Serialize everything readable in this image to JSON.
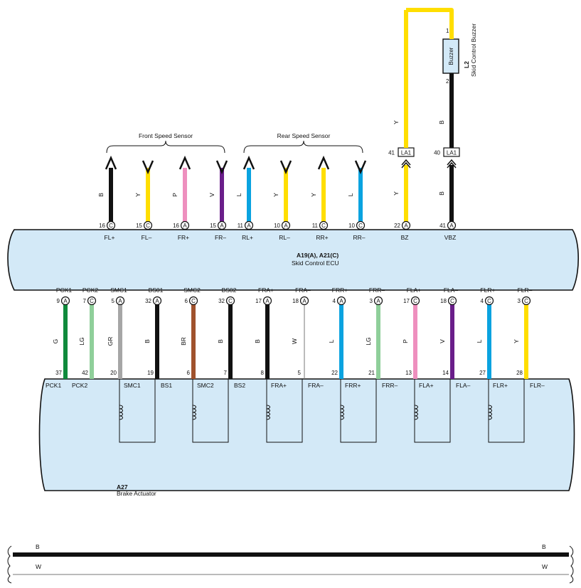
{
  "front_sensor": {
    "title": "Front Speed Sensor"
  },
  "rear_sensor": {
    "title": "Rear Speed Sensor"
  },
  "ecu": {
    "code": "A19(A), A21(C)",
    "name": "Skid Control ECU"
  },
  "actuator": {
    "code": "A27",
    "name": "Brake Actuator"
  },
  "buzzer": {
    "box_label": "Buzzer",
    "code": "L2",
    "name": "Skid Control Buzzer",
    "pin_top": "1",
    "pin_bottom": "2"
  },
  "top_pins": [
    {
      "pin": "16",
      "conn": "C",
      "label": "FL+",
      "wire": "B",
      "color": "#111111",
      "sensor": "front",
      "kind": "out"
    },
    {
      "pin": "15",
      "conn": "C",
      "label": "FL–",
      "wire": "Y",
      "color": "#ffde00",
      "sensor": "front",
      "kind": "in"
    },
    {
      "pin": "16",
      "conn": "A",
      "label": "FR+",
      "wire": "P",
      "color": "#ee8fbe",
      "sensor": "front",
      "kind": "out"
    },
    {
      "pin": "15",
      "conn": "A",
      "label": "FR–",
      "wire": "V",
      "color": "#6a1e8a",
      "sensor": "front",
      "kind": "in"
    },
    {
      "pin": "11",
      "conn": "A",
      "label": "RL+",
      "wire": "L",
      "color": "#0aa3e0",
      "sensor": "rear",
      "kind": "out"
    },
    {
      "pin": "10",
      "conn": "A",
      "label": "RL–",
      "wire": "Y",
      "color": "#ffde00",
      "sensor": "rear",
      "kind": "in"
    },
    {
      "pin": "11",
      "conn": "C",
      "label": "RR+",
      "wire": "Y",
      "color": "#ffde00",
      "sensor": "rear",
      "kind": "out"
    },
    {
      "pin": "10",
      "conn": "C",
      "label": "RR–",
      "wire": "L",
      "color": "#0aa3e0",
      "sensor": "rear",
      "kind": "in"
    },
    {
      "pin": "22",
      "conn": "A",
      "label": "BZ",
      "wire": "Y",
      "color": "#ffde00",
      "sensor": "buzzer",
      "kind": "bz",
      "connector": "LA1",
      "connector_pin": "41",
      "upper_wire": "Y"
    },
    {
      "pin": "41",
      "conn": "A",
      "label": "VBZ",
      "wire": "B",
      "color": "#111111",
      "sensor": "buzzer",
      "kind": "vbz",
      "connector": "LA1",
      "connector_pin": "40",
      "upper_wire": "B"
    }
  ],
  "bottom_pins": [
    {
      "pin": "9",
      "conn": "A",
      "ecu_label": "PCK1",
      "wire": "G",
      "color": "#0f8a3c",
      "act_pin": "37",
      "act_label": "PCK1"
    },
    {
      "pin": "7",
      "conn": "C",
      "ecu_label": "PCK2",
      "wire": "LG",
      "color": "#8fcf9a",
      "act_pin": "42",
      "act_label": "PCK2"
    },
    {
      "pin": "5",
      "conn": "A",
      "ecu_label": "SMC1",
      "wire": "GR",
      "color": "#a6a6a6",
      "act_pin": "20",
      "act_label": "SMC1"
    },
    {
      "pin": "32",
      "conn": "A",
      "ecu_label": "BS01",
      "wire": "B",
      "color": "#111111",
      "act_pin": "19",
      "act_label": "BS1"
    },
    {
      "pin": "6",
      "conn": "C",
      "ecu_label": "SMC2",
      "wire": "BR",
      "color": "#a0522d",
      "act_pin": "6",
      "act_label": "SMC2"
    },
    {
      "pin": "32",
      "conn": "C",
      "ecu_label": "BS02",
      "wire": "B",
      "color": "#111111",
      "act_pin": "7",
      "act_label": "BS2"
    },
    {
      "pin": "17",
      "conn": "A",
      "ecu_label": "FRA+",
      "wire": "B",
      "color": "#111111",
      "act_pin": "8",
      "act_label": "FRA+"
    },
    {
      "pin": "18",
      "conn": "A",
      "ecu_label": "FRA–",
      "wire": "W",
      "color": "#ffffff",
      "act_pin": "5",
      "act_label": "FRA–"
    },
    {
      "pin": "4",
      "conn": "A",
      "ecu_label": "FRR+",
      "wire": "L",
      "color": "#0aa3e0",
      "act_pin": "22",
      "act_label": "FRR+"
    },
    {
      "pin": "3",
      "conn": "A",
      "ecu_label": "FRR–",
      "wire": "LG",
      "color": "#8fcf9a",
      "act_pin": "21",
      "act_label": "FRR–"
    },
    {
      "pin": "17",
      "conn": "C",
      "ecu_label": "FLA+",
      "wire": "P",
      "color": "#ee8fbe",
      "act_pin": "13",
      "act_label": "FLA+"
    },
    {
      "pin": "18",
      "conn": "C",
      "ecu_label": "FLA–",
      "wire": "V",
      "color": "#6a1e8a",
      "act_pin": "14",
      "act_label": "FLA–"
    },
    {
      "pin": "4",
      "conn": "C",
      "ecu_label": "FLR+",
      "wire": "L",
      "color": "#0aa3e0",
      "act_pin": "27",
      "act_label": "FLR+"
    },
    {
      "pin": "3",
      "conn": "C",
      "ecu_label": "FLR–",
      "wire": "Y",
      "color": "#ffde00",
      "act_pin": "28",
      "act_label": "FLR–"
    }
  ],
  "bus": [
    {
      "label_left": "B",
      "label_right": "B",
      "color": "#111111"
    },
    {
      "label_left": "W",
      "label_right": "W",
      "color": "#ffffff"
    }
  ],
  "colors": {
    "body_fill": "#d3e9f7",
    "outline": "#111111"
  }
}
